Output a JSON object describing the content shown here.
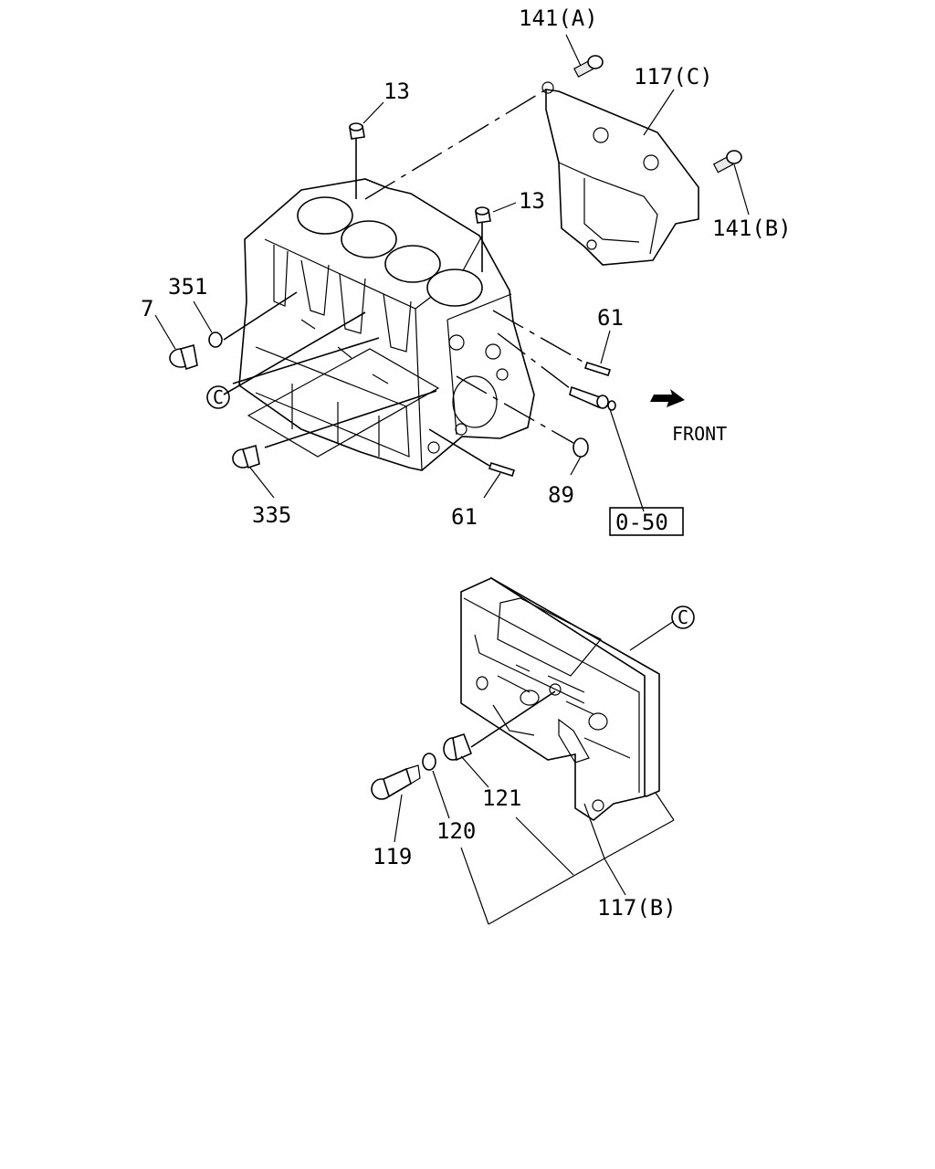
{
  "labels": {
    "p141a": "141(A)",
    "p117c": "117(C)",
    "p13_top": "13",
    "p13_right": "13",
    "p141b": "141(B)",
    "p351": "351",
    "p7": "7",
    "p61_right": "61",
    "p61_bottom": "61",
    "p89": "89",
    "p335": "335",
    "front": "FRONT",
    "ref_050": "0-50",
    "callout_c_left": "C",
    "callout_c_right": "C",
    "p119": "119",
    "p120": "120",
    "p121": "121",
    "p117b": "117(B)"
  },
  "icons": {
    "front_arrow": "arrow-icon"
  }
}
